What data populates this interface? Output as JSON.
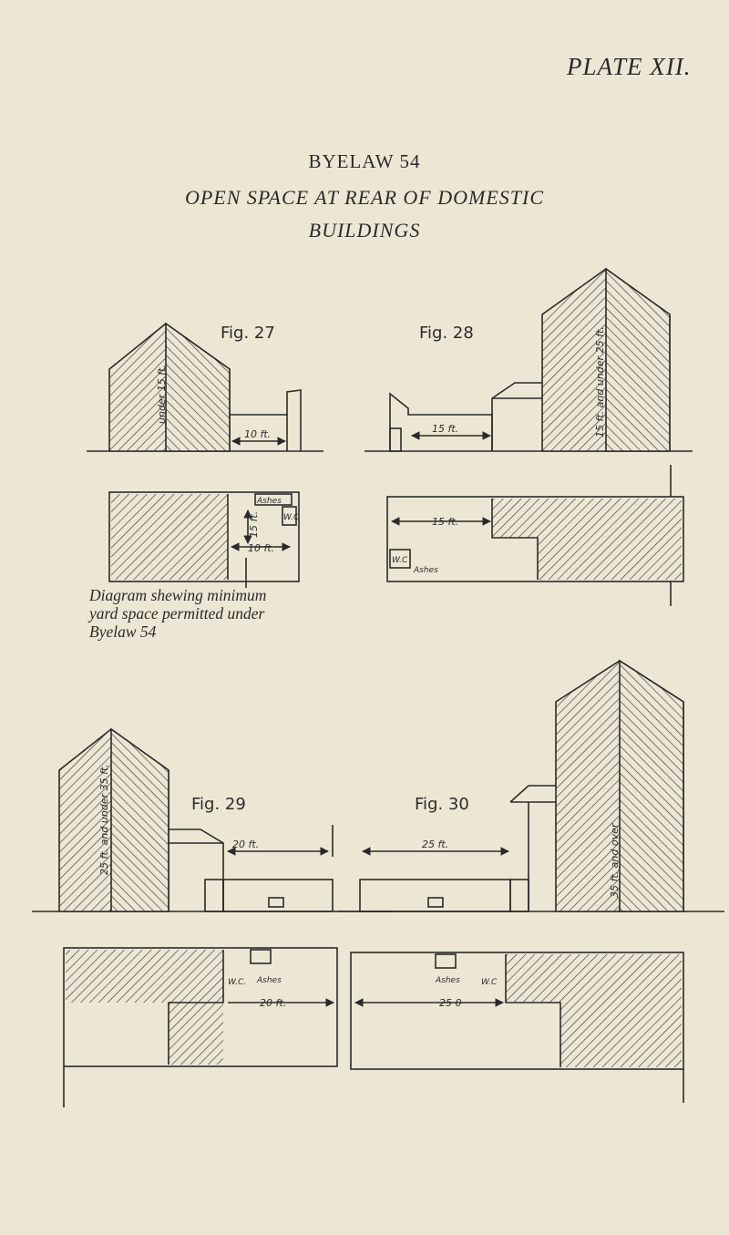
{
  "plate": "PLATE XII.",
  "heading": {
    "byelaw": "BYELAW 54",
    "title_line1": "OPEN SPACE AT REAR OF DOMESTIC",
    "title_line2": "BUILDINGS"
  },
  "caption": {
    "line1": "Diagram shewing minimum",
    "line2": "yard space permitted under",
    "line3": "Byelaw 54"
  },
  "figures": {
    "fig27": {
      "label": "Fig. 27",
      "height_label": "under 15 ft.",
      "width_label": "10 ft.",
      "plan_depth_label": "15 ft.",
      "plan_width_label": "10 ft.",
      "ashes": "Ashes",
      "wc": "W.C"
    },
    "fig28": {
      "label": "Fig. 28",
      "height_label": "15 ft. and under 25 ft.",
      "width_label": "15 ft.",
      "plan_width_label": "15 ft.",
      "ashes": "Ashes",
      "wc": "W.C"
    },
    "fig29": {
      "label": "Fig. 29",
      "height_label": "25 ft. and under 35 ft.",
      "width_label": "20 ft.",
      "plan_width_label": "20 ft.",
      "ashes": "Ashes",
      "wc": "W.C."
    },
    "fig30": {
      "label": "Fig. 30",
      "height_label": "35 ft. and over",
      "width_label": "25 ft.",
      "plan_width_label": "25 0",
      "ashes": "Ashes",
      "wc": "W.C"
    }
  }
}
